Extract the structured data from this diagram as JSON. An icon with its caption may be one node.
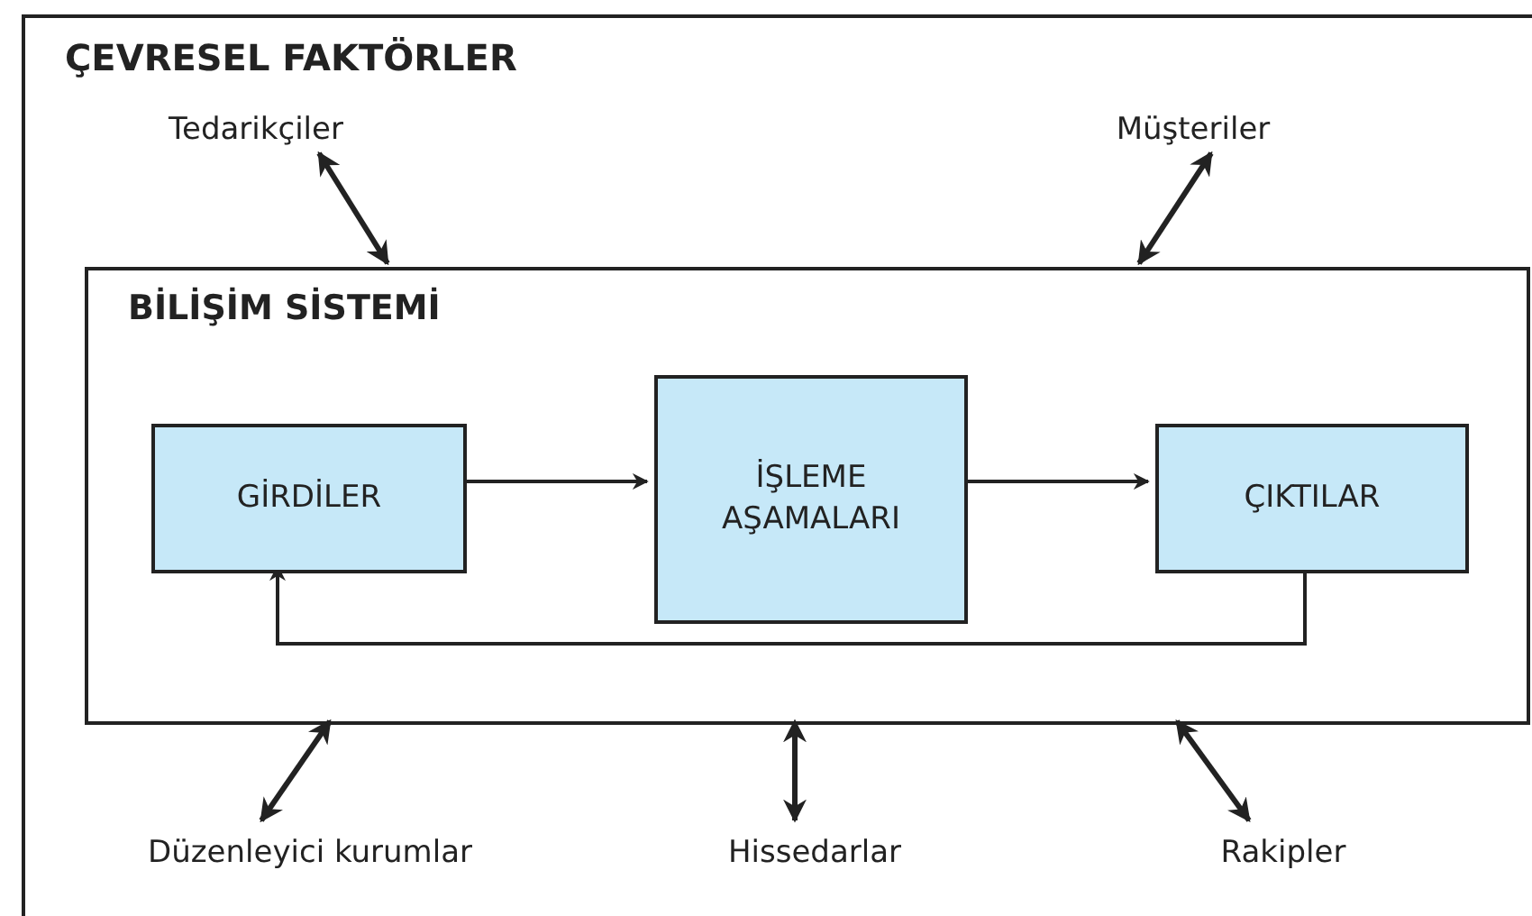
{
  "diagram": {
    "nodes": [
      {
        "text": [
          "ÇEVRESEL FAKTÖRLER"
        ]
      },
      {
        "text": [
          "Tedarikçiler"
        ],
        "in": 0
      },
      {
        "text": [
          "Müşteriler"
        ],
        "in": 0
      },
      {
        "text": [
          "BİLİŞİM SİSTEMİ"
        ],
        "in": 0
      },
      {
        "text": [
          "GİRDİLER"
        ],
        "in": 3
      },
      {
        "text": [
          "İŞLEME AŞAMALARI"
        ],
        "in": 3
      },
      {
        "text": [
          "ÇIKTILAR"
        ],
        "in": 3
      },
      {
        "text": [
          "Düzenleyici kurumlar"
        ],
        "in": 0
      },
      {
        "text": [
          "Hissedarlar"
        ],
        "in": 0
      },
      {
        "text": [
          "Rakipler"
        ],
        "in": 0
      }
    ],
    "edges": [
      {
        "from": 4,
        "to": 5,
        "arrow": "to"
      },
      {
        "from": 5,
        "to": 6,
        "arrow": "to"
      },
      {
        "from": 6,
        "to": 4,
        "arrow": "to"
      },
      {
        "from": 1,
        "to": 3,
        "arrow": "both"
      },
      {
        "from": 2,
        "to": 3,
        "arrow": "both"
      },
      {
        "from": 7,
        "to": 3,
        "arrow": "both"
      },
      {
        "from": 8,
        "to": 3,
        "arrow": "both"
      },
      {
        "from": 9,
        "to": 3,
        "arrow": "both"
      }
    ]
  }
}
